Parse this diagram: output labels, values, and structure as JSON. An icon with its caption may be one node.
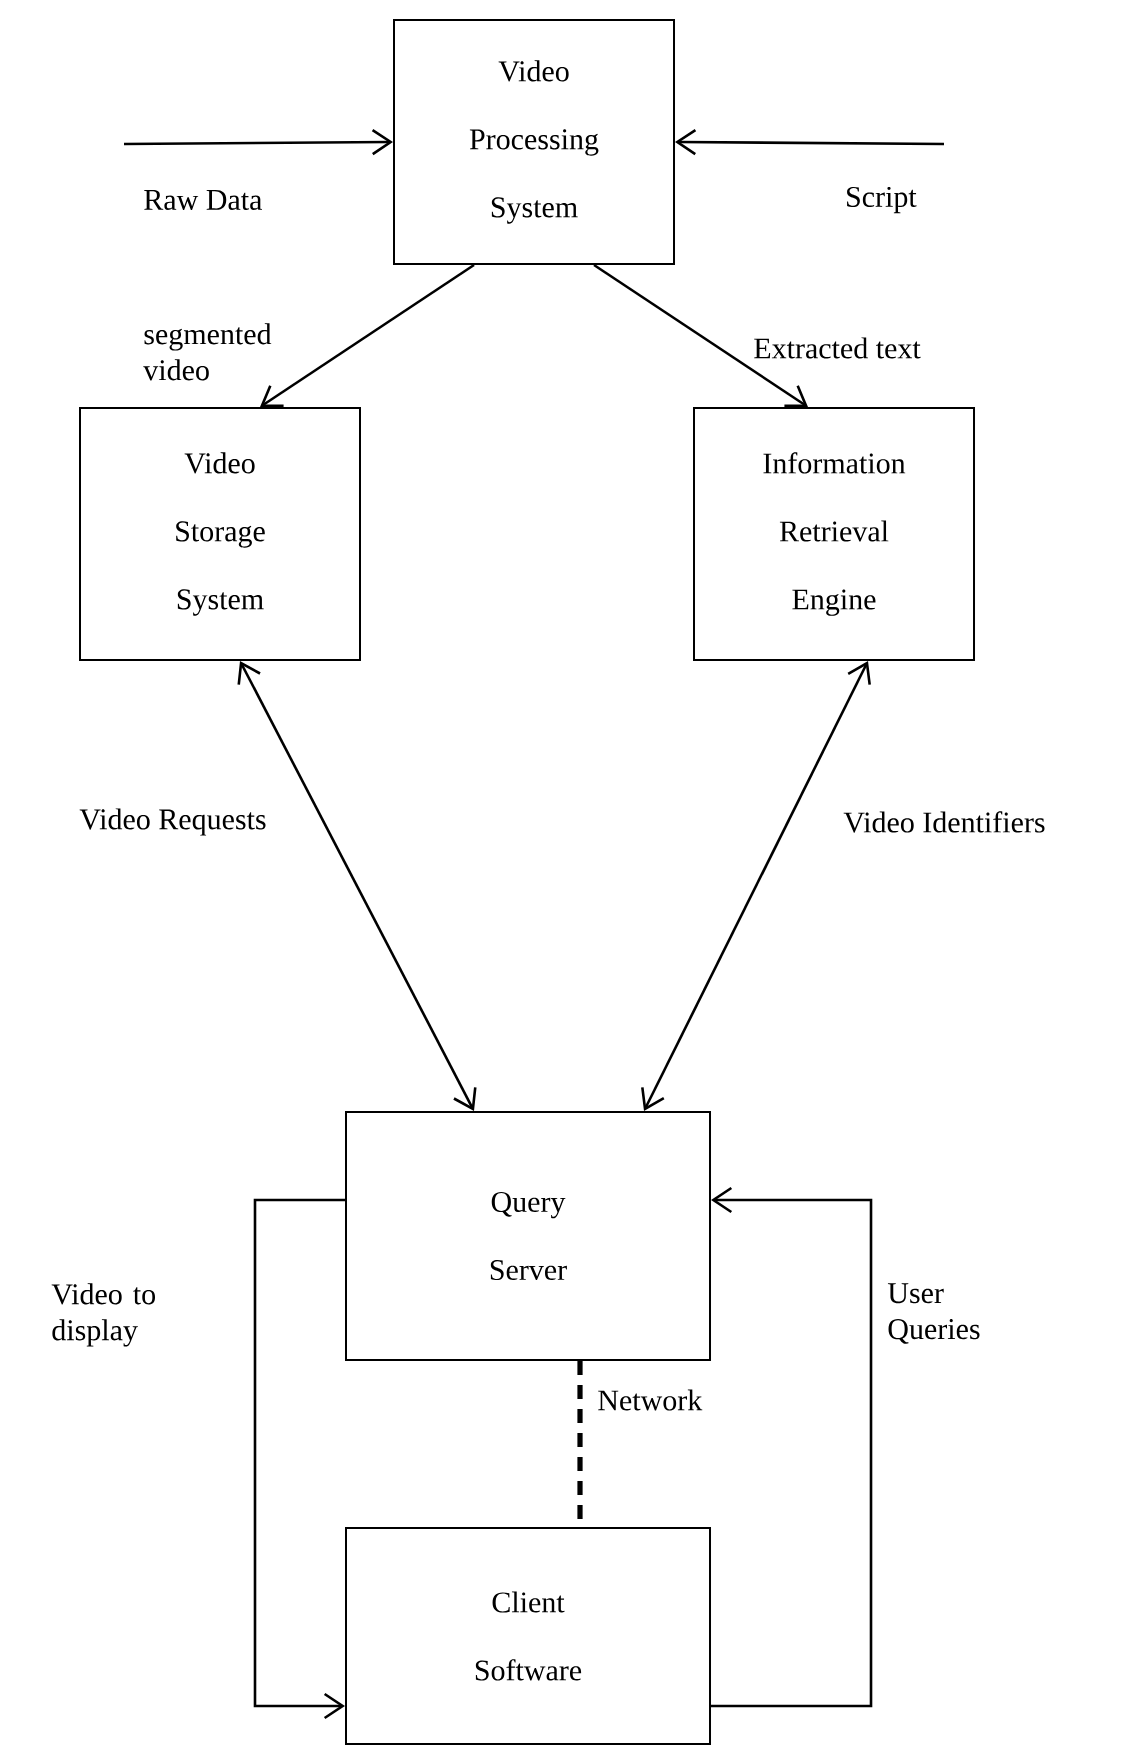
{
  "diagram": {
    "nodes": [
      {
        "text": [
          "Video Processing System"
        ]
      },
      {
        "text": [
          "Video Storage System"
        ]
      },
      {
        "text": [
          "Information Retrieval Engine"
        ]
      },
      {
        "text": [
          "Query Server"
        ]
      },
      {
        "text": [
          "Client Software"
        ]
      }
    ],
    "edges": [
      {
        "from": null,
        "to": 0,
        "arrow": "to",
        "label": "Raw Data"
      },
      {
        "from": null,
        "to": 0,
        "arrow": "to",
        "label": "Script"
      },
      {
        "from": 0,
        "to": 1,
        "arrow": "to",
        "label": "segmented video"
      },
      {
        "from": 0,
        "to": 2,
        "arrow": "to",
        "label": "Extracted text"
      },
      {
        "from": 1,
        "to": 3,
        "arrow": "both",
        "label": "Video Requests"
      },
      {
        "from": 2,
        "to": 3,
        "arrow": "both",
        "label": "Video Identifiers"
      },
      {
        "from": 3,
        "to": 4,
        "arrow": "to",
        "label": "Video to display"
      },
      {
        "from": 4,
        "to": 3,
        "arrow": "to",
        "label": "User Queries"
      },
      {
        "from": 3,
        "to": 4,
        "arrow": "none",
        "label": "Network",
        "style": "dashed"
      }
    ]
  }
}
